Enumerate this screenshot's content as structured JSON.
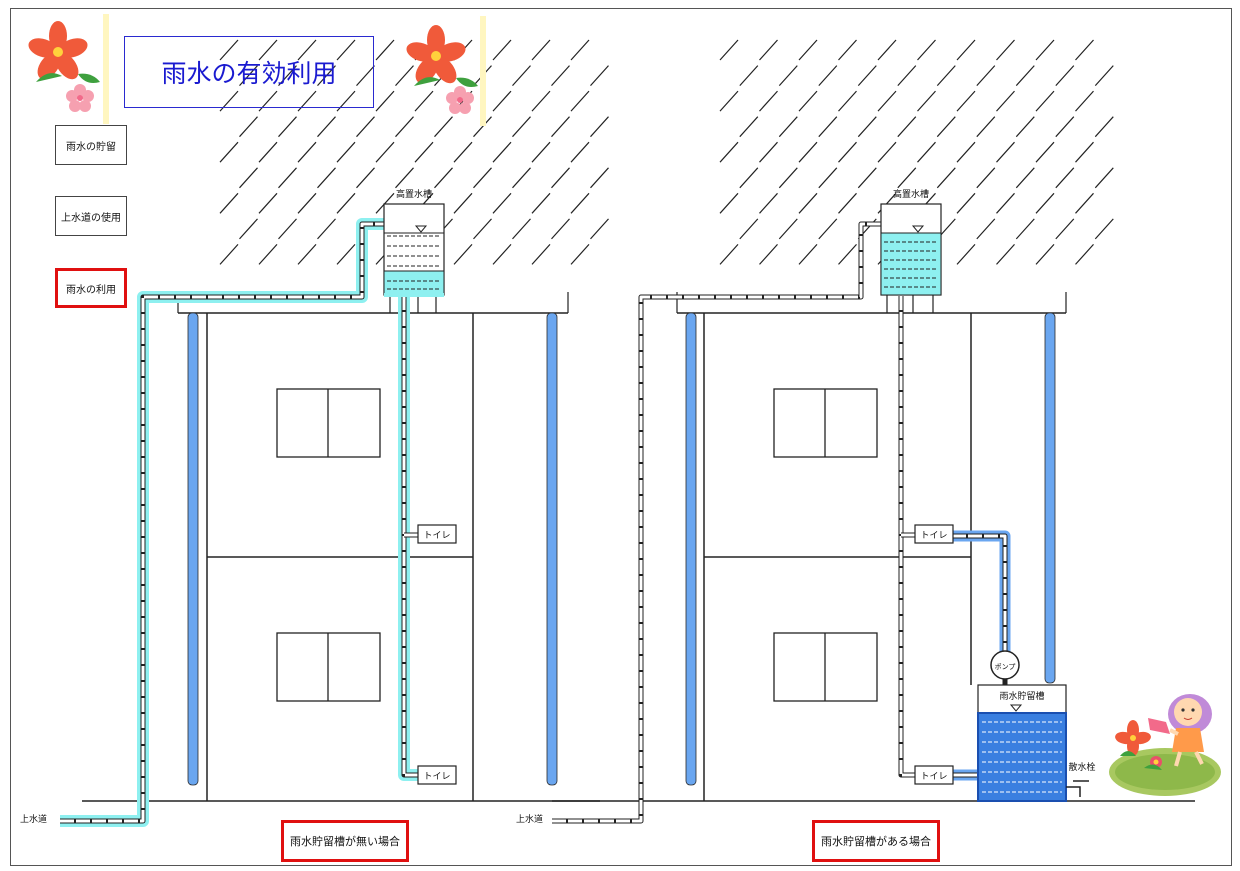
{
  "title": "雨水の有効利用",
  "legend": {
    "storage": "雨水の貯留",
    "tap_water": "上水道の使用",
    "rain_use": "雨水の利用"
  },
  "left_building": {
    "elevated_tank": "高置水槽",
    "toilet_upper": "トイレ",
    "toilet_lower": "トイレ",
    "water_main": "上水道",
    "caption": "雨水貯留槽が無い場合"
  },
  "right_building": {
    "elevated_tank": "高置水槽",
    "toilet_upper": "トイレ",
    "toilet_lower": "トイレ",
    "pump": "ポンプ",
    "storage_tank": "雨水貯留槽",
    "sprinkler": "散水栓",
    "water_main": "上水道",
    "caption": "雨水貯留槽がある場合"
  },
  "colors": {
    "tap_water": "#8ef0f0",
    "rain_pipe": "#6aa6f0",
    "tank_fill": "#8ef0f0",
    "storage_fill": "#3a7fe0",
    "red_frame": "#e01010",
    "title_blue": "#1a1ad0"
  }
}
